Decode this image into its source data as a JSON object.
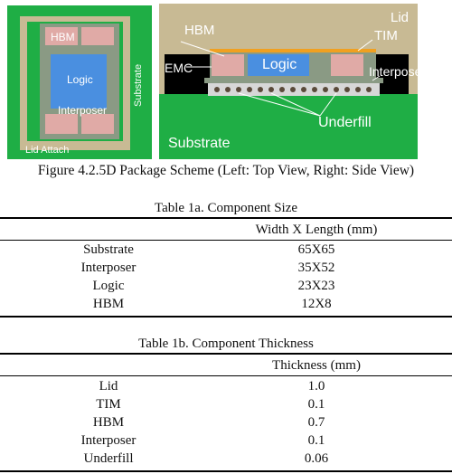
{
  "figure": {
    "top_view": {
      "hbm_label": "HBM",
      "logic_label": "Logic",
      "interposer_label": "Interposer",
      "substrate_label": "Substrate",
      "lid_attach_label": "Lid Attach"
    },
    "side_view": {
      "lid_label": "Lid",
      "hbm_label": "HBM",
      "tim_label": "TIM",
      "emc_label": "EMC",
      "logic_label": "Logic",
      "interposer_label": "Interposer",
      "underfill_label": "Underfill",
      "substrate_label": "Substrate"
    },
    "colors": {
      "substrate": "#1fae45",
      "lid": "#c8ba94",
      "interposer": "#8a9a84",
      "hbm": "#e0aaa6",
      "logic": "#4a8fe0",
      "tim": "#f0a020",
      "side_background": "#000000"
    },
    "caption": "Figure 4.2.5D Package Scheme (Left: Top View, Right: Side View)"
  },
  "table1a": {
    "title": "Table 1a. Component Size",
    "header": "Width X Length (mm)",
    "rows": [
      {
        "name": "Substrate",
        "value": "65X65"
      },
      {
        "name": "Interposer",
        "value": "35X52"
      },
      {
        "name": "Logic",
        "value": "23X23"
      },
      {
        "name": "HBM",
        "value": "12X8"
      }
    ]
  },
  "table1b": {
    "title": "Table 1b. Component Thickness",
    "header": "Thickness (mm)",
    "rows": [
      {
        "name": "Lid",
        "value": "1.0"
      },
      {
        "name": "TIM",
        "value": "0.1"
      },
      {
        "name": "HBM",
        "value": "0.7"
      },
      {
        "name": "Interposer",
        "value": "0.1"
      },
      {
        "name": "Underfill",
        "value": "0.06"
      }
    ]
  }
}
